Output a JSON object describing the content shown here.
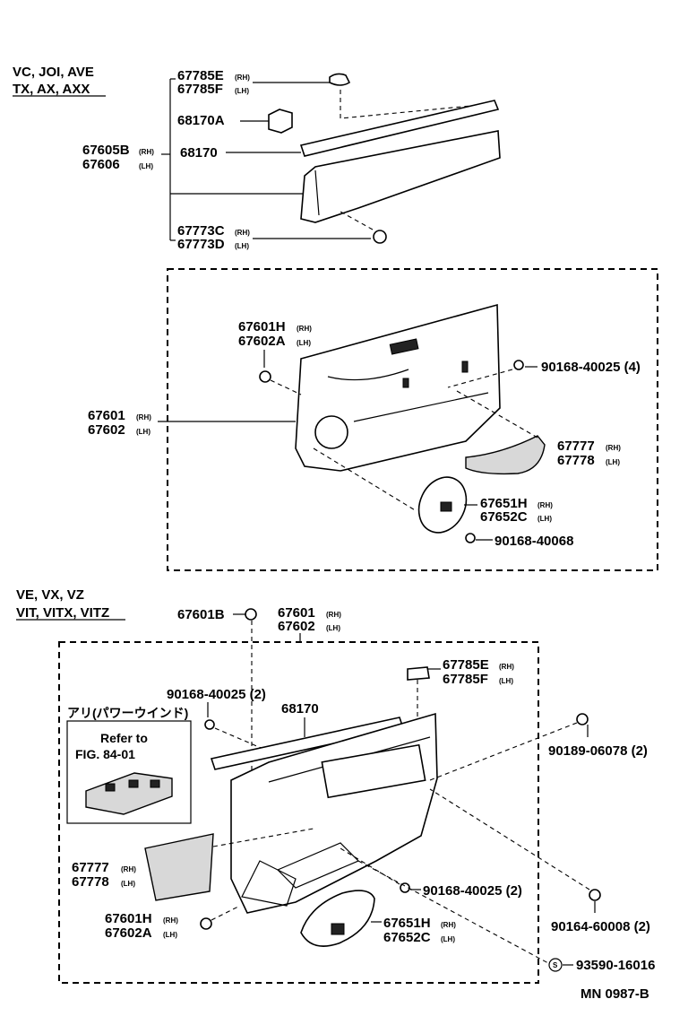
{
  "groups": {
    "top_l1": "VC, JOI, AVE",
    "top_l2": "TX, AX, AXX",
    "bottom_l1": "VE, VX, VZ",
    "bottom_l2": "VIT, VITX, VITZ"
  },
  "top": {
    "p67785E": "67785E",
    "p67785E_s": "(RH)",
    "p67785F": "67785F",
    "p67785F_s": "(LH)",
    "p68170A": "68170A",
    "p68170": "68170",
    "p67605B": "67605B",
    "p67605B_s": "(RH)",
    "p67606": "67606",
    "p67606_s": "(LH)",
    "p67773C": "67773C",
    "p67773C_s": "(RH)",
    "p67773D": "67773D",
    "p67773D_s": "(LH)",
    "p67601H": "67601H",
    "p67601H_s": "(RH)",
    "p67602A": "67602A",
    "p67602A_s": "(LH)",
    "p67601": "67601",
    "p67601_s": "(RH)",
    "p67602": "67602",
    "p67602_s": "(LH)",
    "p90168_40025": "90168-40025 (4)",
    "p67777": "67777",
    "p67777_s": "(RH)",
    "p67778": "67778",
    "p67778_s": "(LH)",
    "p67651H": "67651H",
    "p67651H_s": "(RH)",
    "p67652C": "67652C",
    "p67652C_s": "(LH)",
    "p90168_40068": "90168-40068"
  },
  "bottom": {
    "p67601B": "67601B",
    "p67601": "67601",
    "p67601_s": "(RH)",
    "p67602": "67602",
    "p67602_s": "(LH)",
    "p67785E": "67785E",
    "p67785E_s": "(RH)",
    "p67785F": "67785F",
    "p67785F_s": "(LH)",
    "p90168_40025_2": "90168-40025 (2)",
    "p68170": "68170",
    "ari": "アリ(パワーウインド)",
    "refer_l1": "Refer to",
    "refer_l2": "FIG. 84-01",
    "p90189": "90189-06078 (2)",
    "p67777": "67777",
    "p67777_s": "(RH)",
    "p67778": "67778",
    "p67778_s": "(LH)",
    "p90168_40025_b": "90168-40025 (2)",
    "p67601H": "67601H",
    "p67601H_s": "(RH)",
    "p67602A": "67602A",
    "p67602A_s": "(LH)",
    "p67651H": "67651H",
    "p67651H_s": "(RH)",
    "p67652C": "67652C",
    "p67652C_s": "(LH)",
    "p90164": "90164-60008 (2)",
    "s_mark": "S",
    "p93590": "93590-16016",
    "mn": "MN 0987-B"
  }
}
